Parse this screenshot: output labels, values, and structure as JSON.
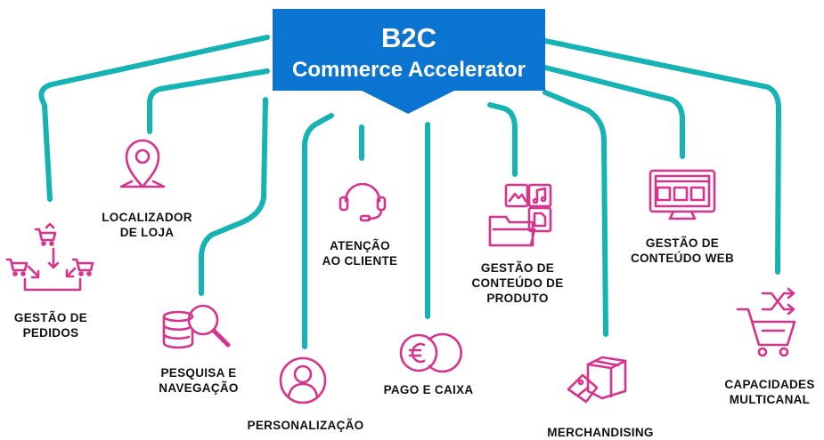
{
  "header": {
    "title": "B2C",
    "subtitle": "Commerce Accelerator"
  },
  "colors": {
    "header_fill": "#0b74d0",
    "connector": "#15b3b3",
    "icon": "#d8328c",
    "label_text": "#111111"
  },
  "nodes": [
    {
      "id": "gestao-pedidos",
      "icon": "order-management-carts-icon",
      "lines": [
        "GESTÃO DE",
        "PEDIDOS"
      ]
    },
    {
      "id": "localizador-loja",
      "icon": "map-pin-icon",
      "lines": [
        "LOCALIZADOR",
        "DE LOJA"
      ]
    },
    {
      "id": "pesquisa-navegacao",
      "icon": "database-magnifier-icon",
      "lines": [
        "PESQUISA E",
        "NAVEGAÇÃO"
      ]
    },
    {
      "id": "personalizacao",
      "icon": "person-circle-icon",
      "lines": [
        "PERSONALIZAÇÃO"
      ]
    },
    {
      "id": "atencao-cliente",
      "icon": "headset-icon",
      "lines": [
        "ATENÇÃO",
        "AO CLIENTE"
      ]
    },
    {
      "id": "pago-caixa",
      "icon": "euro-coins-icon",
      "lines": [
        "PAGO E CAIXA"
      ]
    },
    {
      "id": "gestao-conteudo-produto",
      "icon": "folder-media-icon",
      "lines": [
        "GESTÃO DE",
        "CONTEÚDO DE",
        "PRODUTO"
      ]
    },
    {
      "id": "merchandising",
      "icon": "box-price-tag-icon",
      "lines": [
        "MERCHANDISING"
      ]
    },
    {
      "id": "gestao-conteudo-web",
      "icon": "monitor-layout-icon",
      "lines": [
        "GESTÃO DE",
        "CONTEÚDO  WEB"
      ]
    },
    {
      "id": "capacidades-multicanal",
      "icon": "cart-shuffle-icon",
      "lines": [
        "CAPACIDADES",
        "MULTICANAL"
      ]
    }
  ]
}
